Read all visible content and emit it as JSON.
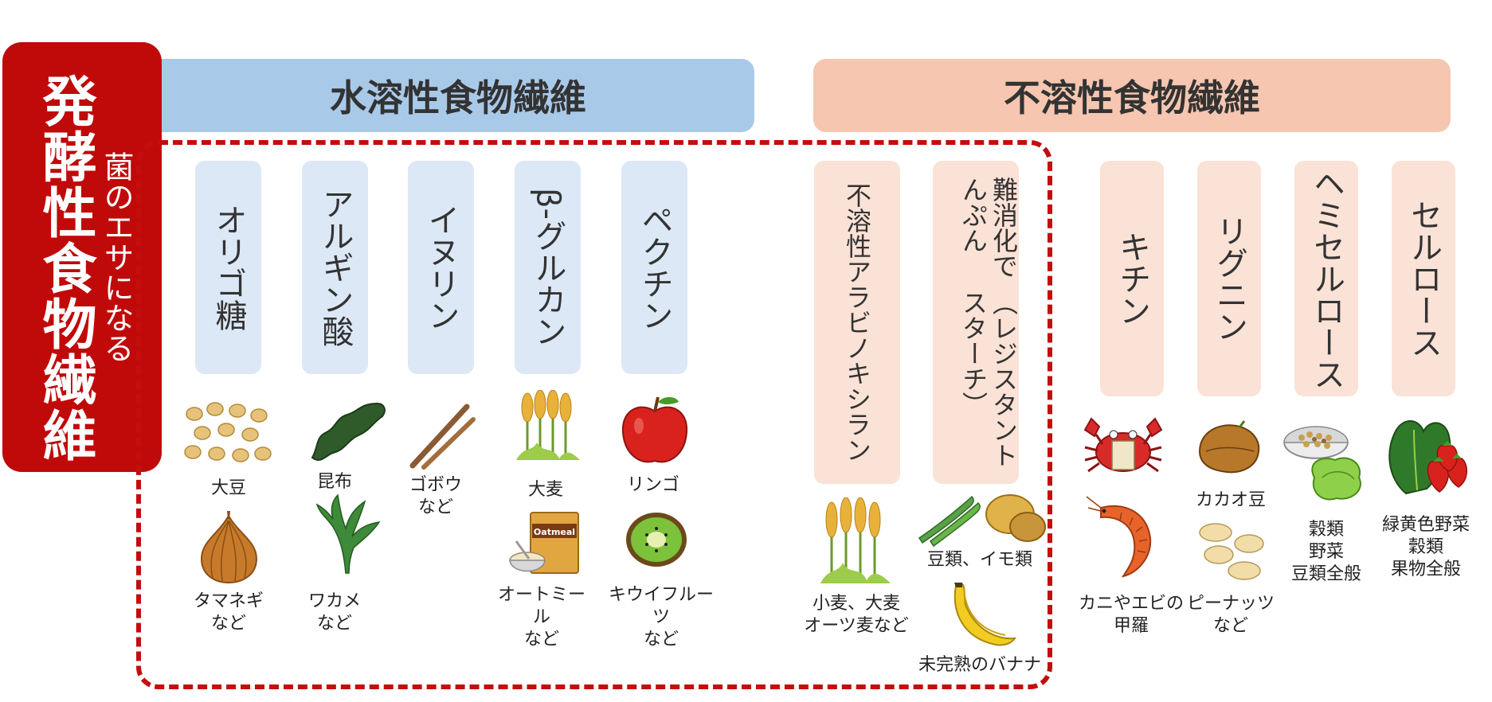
{
  "sidebar": {
    "title": "発酵性食物繊維",
    "subtitle": "菌のエサになる"
  },
  "headers": {
    "water_soluble": "水溶性食物繊維",
    "insoluble": "不溶性食物繊維"
  },
  "fibers": {
    "oligo": "オリゴ糖",
    "alginate": "アルギン酸",
    "inulin": "イヌリン",
    "beta_glucan": "β-グルカン",
    "pectin": "ペクチン",
    "arabinoxylan": "不溶性アラビノキシラン",
    "resistant_starch_line1": "難消化でんぷん",
    "resistant_starch_line2": "（レジスタントスターチ）",
    "chitin": "キチン",
    "lignin": "リグニン",
    "hemicellulose": "ヘミセルロース",
    "cellulose": "セルロース"
  },
  "foods": {
    "soybean": "大豆",
    "onion": [
      "タマネギ",
      "など"
    ],
    "kombu": "昆布",
    "wakame": [
      "ワカメ",
      "など"
    ],
    "burdock": [
      "ゴボウ",
      "など"
    ],
    "barley": "大麦",
    "oatmeal": [
      "オートミール",
      "など"
    ],
    "oatmeal_box_text": "Oatmeal",
    "apple": "リンゴ",
    "kiwi": [
      "キウイフルーツ",
      "など"
    ],
    "wheat": [
      "小麦、大麦",
      "オーツ麦など"
    ],
    "beans_potato": "豆類、イモ類",
    "banana": "未完熟のバナナ",
    "crab_shrimp": [
      "カニやエビの",
      "甲羅"
    ],
    "cacao": "カカオ豆",
    "peanuts": [
      "ピーナッツ",
      "など"
    ],
    "grains_veg": [
      "穀類",
      "野菜",
      "豆類全般"
    ],
    "vegetables": [
      "緑黄色野菜",
      "穀類",
      "果物全般"
    ]
  },
  "colors": {
    "accent_red": "#c00a0a",
    "water_blue": "#a9c9e9",
    "insoluble_peach": "#f6c6b0",
    "fiber_blue": "#dce8f6",
    "fiber_pink": "#fbe2d6"
  }
}
